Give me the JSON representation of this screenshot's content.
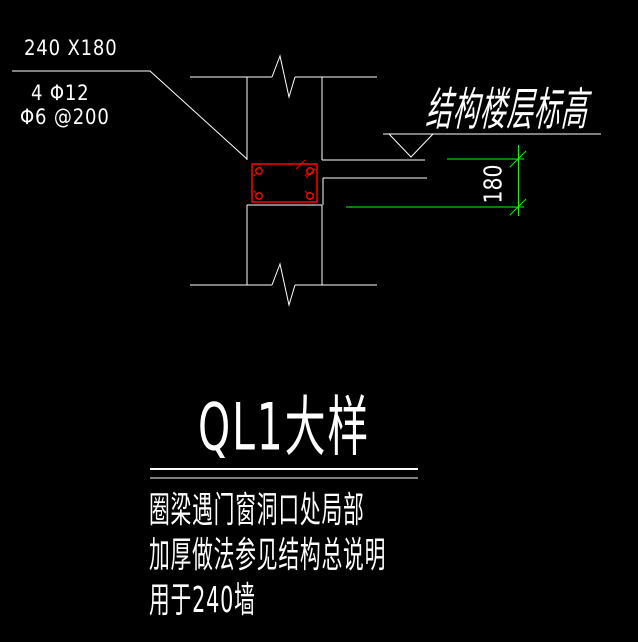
{
  "colors": {
    "background": "#000000",
    "line": "#ffffff",
    "rebar": "#ff0000",
    "dimension": "#00ff00"
  },
  "callout": {
    "size": "240 X180",
    "main_rebar": "4 Φ12",
    "stirrup": "Φ6 @200"
  },
  "elevation": {
    "label": "结构楼层标高"
  },
  "dimension": {
    "value": "180"
  },
  "title": {
    "text": "QL1大样"
  },
  "notes": {
    "lines": [
      "圈梁遇门窗洞口处局部",
      "加厚做法参见结构总说明",
      "用于240墙"
    ]
  }
}
